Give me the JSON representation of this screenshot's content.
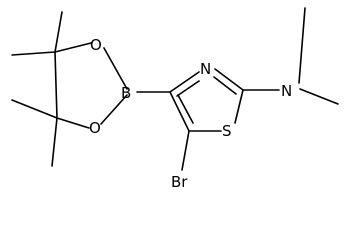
{
  "atoms": {
    "boron": "B",
    "oxygen_top": "O",
    "oxygen_bottom": "O",
    "nitrogen_ring": "N",
    "nitrogen_amine": "N",
    "sulfur": "S",
    "bromine": "Br"
  }
}
